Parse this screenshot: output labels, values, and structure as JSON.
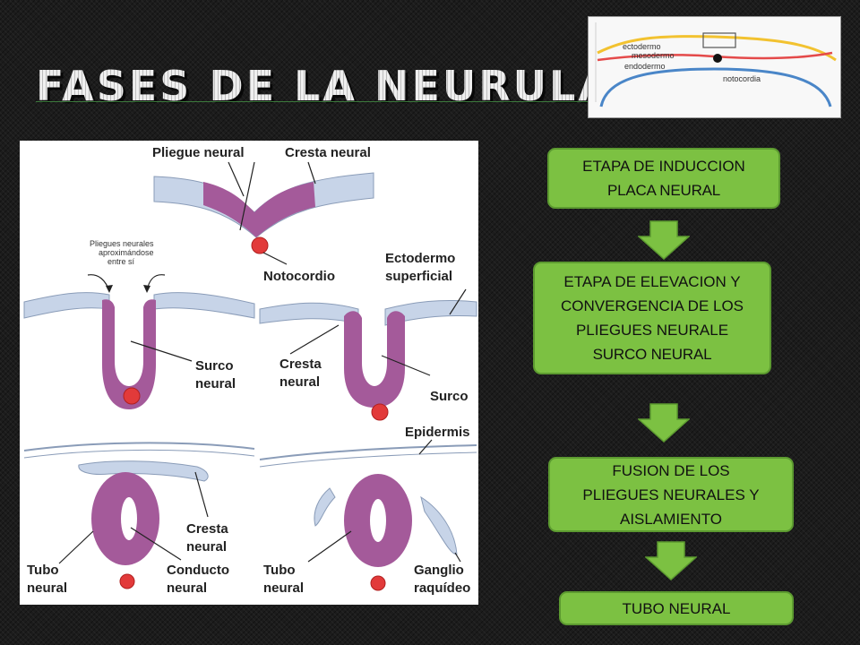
{
  "title": "FASES DE LA NEURULACION",
  "thumbnail": {
    "labels": {
      "ectodermo": "ectodermo",
      "mesodermo": "mesodermo",
      "endodermo": "endodermo",
      "notocordia": "notocordia"
    }
  },
  "figure": {
    "labels": {
      "pliegue_neural": "Pliegue neural",
      "cresta_neural_top": "Cresta neural",
      "pliegues_aprox_1": "Pliegues neurales",
      "pliegues_aprox_2": "aproximándose",
      "pliegues_aprox_3": "entre sí",
      "notocordio": "Notocordio",
      "ectodermo_1": "Ectodermo",
      "ectodermo_2": "superficial",
      "surco_neural_1": "Surco",
      "surco_neural_2": "neural",
      "cresta_neural_mid_1": "Cresta",
      "cresta_neural_mid_2": "neural",
      "surco": "Surco",
      "epidermis": "Epidermis",
      "cresta_neural_bot_1": "Cresta",
      "cresta_neural_bot_2": "neural",
      "tubo_neural_l_1": "Tubo",
      "tubo_neural_l_2": "neural",
      "conducto_neural_1": "Conducto",
      "conducto_neural_2": "neural",
      "tubo_neural_r_1": "Tubo",
      "tubo_neural_r_2": "neural",
      "ganglio_1": "Ganglio",
      "ganglio_2": "raquídeo"
    }
  },
  "flow": {
    "step1": {
      "line1": "ETAPA DE INDUCCION",
      "line2": "PLACA NEURAL"
    },
    "step2": {
      "line1": "ETAPA DE  ELEVACION Y",
      "line2": "CONVERGENCIA DE LOS",
      "line3": "PLIEGUES NEURALE",
      "line4": "SURCO NEURAL"
    },
    "step3": {
      "line1": "FUSION DE LOS",
      "line2": "PLIEGUES NEURALES Y",
      "line3": "AISLAMIENTO"
    },
    "step4": {
      "line1": "TUBO  NEURAL"
    }
  },
  "colors": {
    "box_fill": "#7cc142",
    "neural_tissue": "#a45a9a",
    "ectoderm": "#c7d4e8",
    "notochord": "#e23a3a"
  }
}
